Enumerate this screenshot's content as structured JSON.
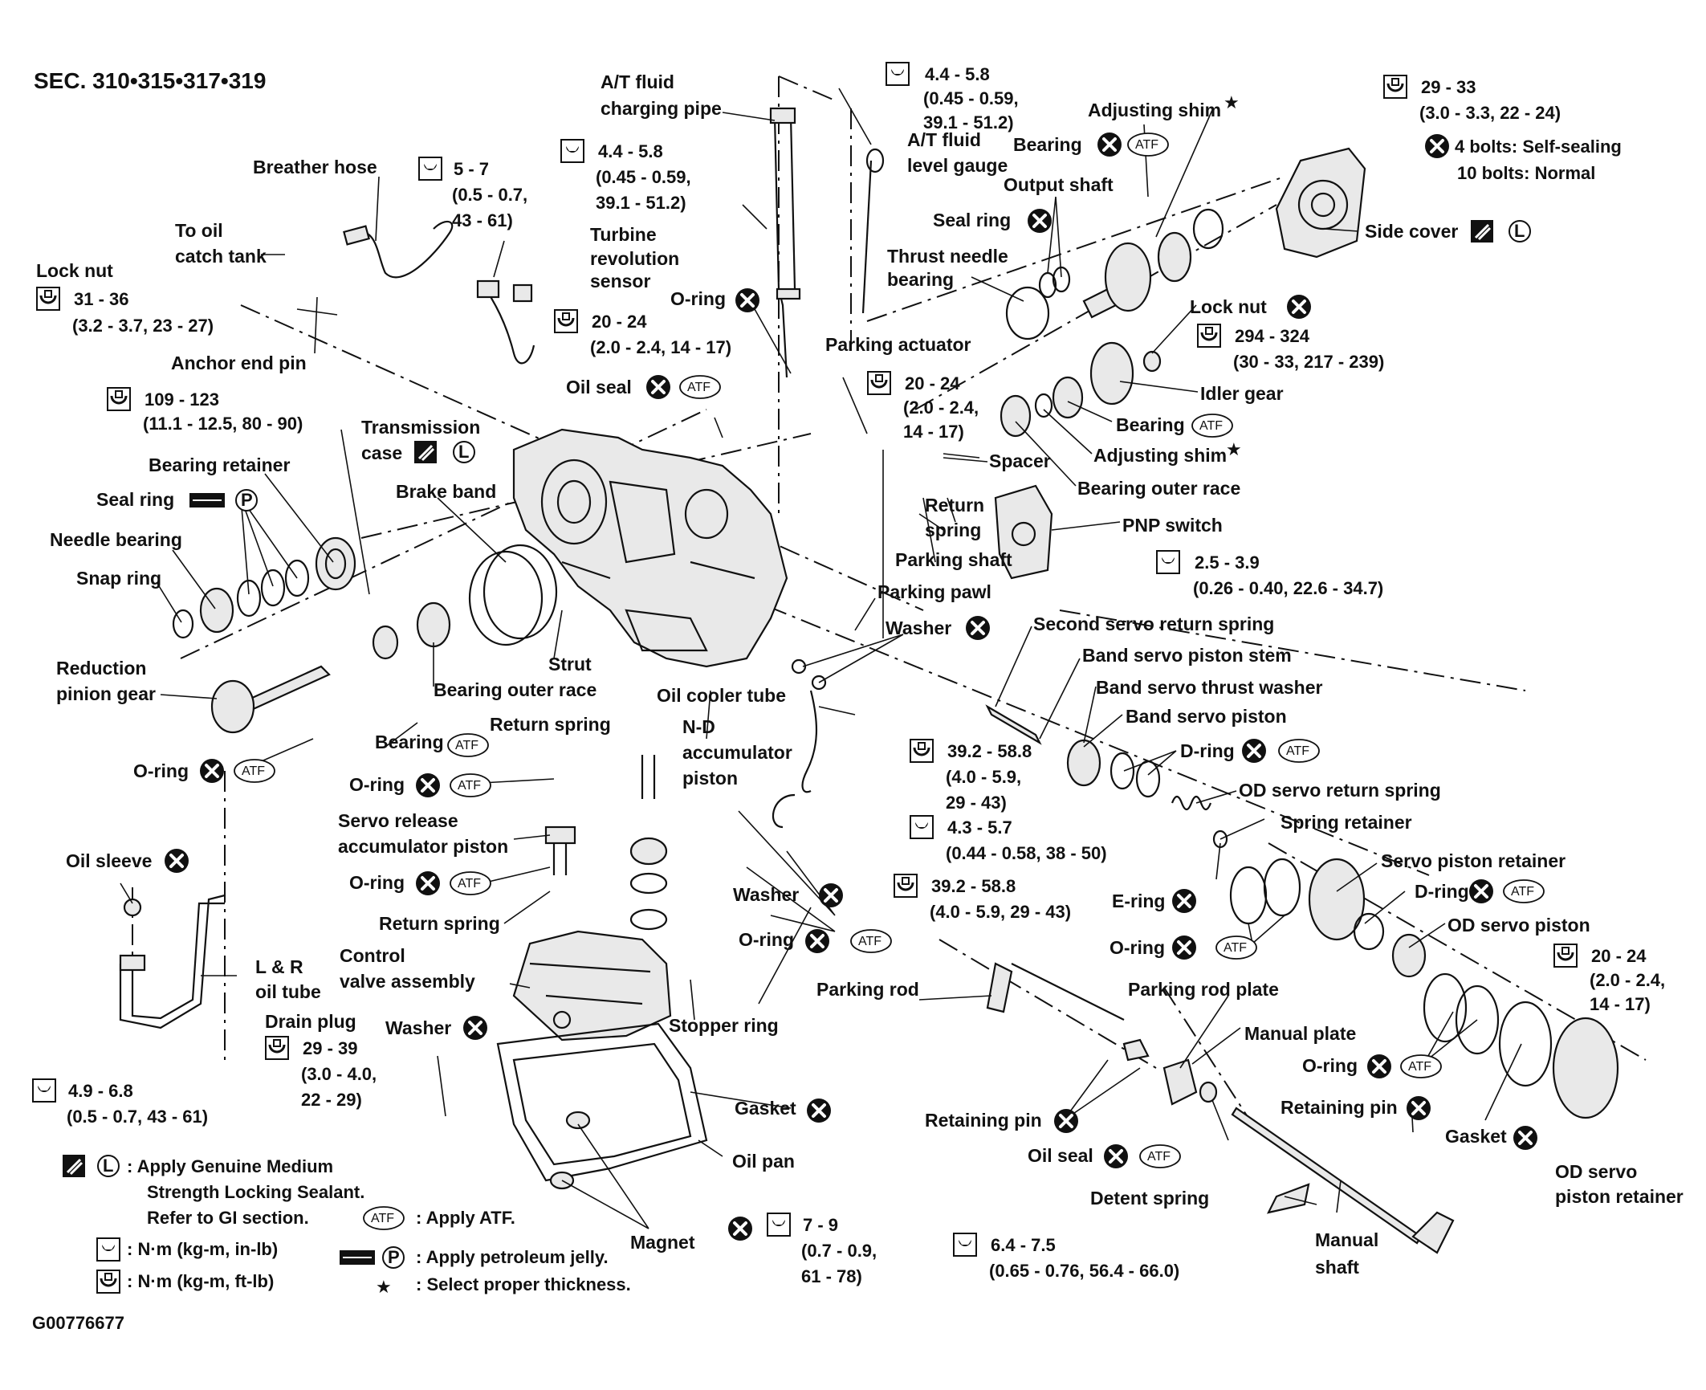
{
  "title": "SEC. 310•315•317•319",
  "figure_id": "G00776677",
  "labels": {
    "at_fluid_charging_pipe_1": "A/T fluid",
    "at_fluid_charging_pipe_2": "charging pipe",
    "at_fluid_level_gauge_1": "A/T fluid",
    "at_fluid_level_gauge_2": "level gauge",
    "breather_hose": "Breather hose",
    "to_oil_catch_tank_1": "To oil",
    "to_oil_catch_tank_2": "catch tank",
    "lock_nut_left": "Lock nut",
    "anchor_end_pin": "Anchor end pin",
    "turbine_sensor_1": "Turbine",
    "turbine_sensor_2": "revolution",
    "turbine_sensor_3": "sensor",
    "o_ring_top": "O-ring",
    "oil_seal_top": "Oil seal",
    "transmission_case_1": "Transmission",
    "transmission_case_2": "case",
    "bearing_retainer": "Bearing retainer",
    "seal_ring_left": "Seal ring",
    "needle_bearing": "Needle bearing",
    "snap_ring": "Snap ring",
    "brake_band": "Brake band",
    "reduction_pinion_gear_1": "Reduction",
    "reduction_pinion_gear_2": "pinion gear",
    "strut": "Strut",
    "bearing_outer_race_left": "Bearing outer race",
    "o_ring_left": "O-ring",
    "bearing_left": "Bearing",
    "return_spring_mid": "Return spring",
    "o_ring_mid1": "O-ring",
    "servo_release_1": "Servo release",
    "servo_release_2": "accumulator piston",
    "o_ring_mid2": "O-ring",
    "return_spring_low": "Return spring",
    "oil_sleeve": "Oil sleeve",
    "lr_oil_tube_1": "L & R",
    "lr_oil_tube_2": "oil tube",
    "control_valve_1": "Control",
    "control_valve_2": "valve assembly",
    "drain_plug": "Drain plug",
    "washer_drain": "Washer",
    "gasket_pan": "Gasket",
    "oil_pan": "Oil pan",
    "magnet": "Magnet",
    "stopper_ring": "Stopper ring",
    "oil_cooler_tube": "Oil cooler tube",
    "nd_accum_1": "N-D",
    "nd_accum_2": "accumulator",
    "nd_accum_3": "piston",
    "o_ring_nd": "O-ring",
    "washer_mid": "Washer",
    "washer_low": "Washer",
    "parking_actuator": "Parking actuator",
    "spacer": "Spacer",
    "return_spring_right_1": "Return",
    "return_spring_right_2": "spring",
    "parking_shaft": "Parking shaft",
    "parking_pawl": "Parking pawl",
    "adjusting_shim_top": "Adjusting shim",
    "bearing_top": "Bearing",
    "output_shaft": "Output shaft",
    "seal_ring_right": "Seal ring",
    "thrust_needle_1": "Thrust needle",
    "thrust_needle_2": "bearing",
    "side_cover": "Side cover",
    "bolts_self_sealing": "4 bolts: Self-sealing",
    "bolts_normal": "10 bolts: Normal",
    "lock_nut_right": "Lock nut",
    "idler_gear": "Idler gear",
    "bearing_right": "Bearing",
    "adjusting_shim_right": "Adjusting shim",
    "bearing_outer_race_right": "Bearing outer race",
    "pnp_switch": "PNP switch",
    "second_servo_spring": "Second servo return spring",
    "band_servo_stem": "Band servo piston stem",
    "band_servo_thrust_washer": "Band servo thrust washer",
    "band_servo_piston": "Band servo piston",
    "d_ring_1": "D-ring",
    "od_servo_return_spring": "OD servo return spring",
    "spring_retainer": "Spring retainer",
    "servo_piston_retainer": "Servo piston retainer",
    "e_ring": "E-ring",
    "d_ring_2": "D-ring",
    "od_servo_piston": "OD servo piston",
    "o_ring_right": "O-ring",
    "o_ring_od": "O-ring",
    "parking_rod": "Parking rod",
    "parking_rod_plate": "Parking rod plate",
    "manual_plate": "Manual plate",
    "retaining_pin_left": "Retaining pin",
    "retaining_pin_right": "Retaining pin",
    "oil_seal_low": "Oil seal",
    "gasket_right": "Gasket",
    "od_servo_retainer_1": "OD servo",
    "od_servo_retainer_2": "piston retainer",
    "detent_spring": "Detent spring",
    "manual_shaft_1": "Manual",
    "manual_shaft_2": "shaft"
  },
  "torques": {
    "t_breather_a": "5 - 7",
    "t_breather_b": "(0.5 - 0.7,",
    "t_breather_c": "43 - 61)",
    "t_pipe_a": "4.4 - 5.8",
    "t_pipe_b": "(0.45 - 0.59,",
    "t_pipe_c": "39.1 - 51.2)",
    "t_gauge_a": "4.4 - 5.8",
    "t_gauge_b": "(0.45 - 0.59,",
    "t_gauge_c": "39.1 - 51.2)",
    "t_locknut_a": "31 - 36",
    "t_locknut_b": "(3.2 - 3.7, 23 - 27)",
    "t_case_a": "109 - 123",
    "t_case_b": "(11.1 - 12.5, 80 - 90)",
    "t_sensor_a": "20 - 24",
    "t_sensor_b": "(2.0 - 2.4, 14 - 17)",
    "t_side_a": "29 - 33",
    "t_side_b": "(3.0 - 3.3, 22 - 24)",
    "t_idler_a": "294 - 324",
    "t_idler_b": "(30 - 33, 217 - 239)",
    "t_park_a": "20 - 24",
    "t_park_b": "(2.0 - 2.4,",
    "t_park_c": "14 - 17)",
    "t_pnp_a": "2.5 - 3.9",
    "t_pnp_b": "(0.26 - 0.40, 22.6 - 34.7)",
    "t_cooler1_a": "39.2 - 58.8",
    "t_cooler1_b": "(4.0 - 5.9,",
    "t_cooler1_c": "29 - 43)",
    "t_cooler2_a": "4.3 - 5.7",
    "t_cooler2_b": "(0.44 - 0.58, 38 - 50)",
    "t_cooler3_a": "39.2 - 58.8",
    "t_cooler3_b": "(4.0 - 5.9, 29 - 43)",
    "t_od_a": "20 - 24",
    "t_od_b": "(2.0 - 2.4,",
    "t_od_c": "14 - 17)",
    "t_lr_a": "4.9 - 6.8",
    "t_lr_b": "(0.5 - 0.7, 43 - 61)",
    "t_drain_a": "29 - 39",
    "t_drain_b": "(3.0 - 4.0,",
    "t_drain_c": "22 - 29)",
    "t_pan_a": "7 - 9",
    "t_pan_b": "(0.7 - 0.9,",
    "t_pan_c": "61 - 78)",
    "t_detent_a": "6.4 - 7.5",
    "t_detent_b": "(0.65 - 0.76, 56.4 - 66.0)"
  },
  "legend": {
    "sealant_1": ": Apply Genuine Medium",
    "sealant_2": "Strength Locking Sealant.",
    "sealant_3": "Refer to GI section.",
    "atf": ": Apply ATF.",
    "nm_inlb": ": N·m (kg-m, in-lb)",
    "jelly": ": Apply petroleum jelly.",
    "nm_ftlb": ": N·m (kg-m, ft-lb)",
    "star": ": Select proper thickness."
  },
  "symbols": {
    "atf": "ATF",
    "locking": "L",
    "jelly": "P",
    "star": "★"
  }
}
